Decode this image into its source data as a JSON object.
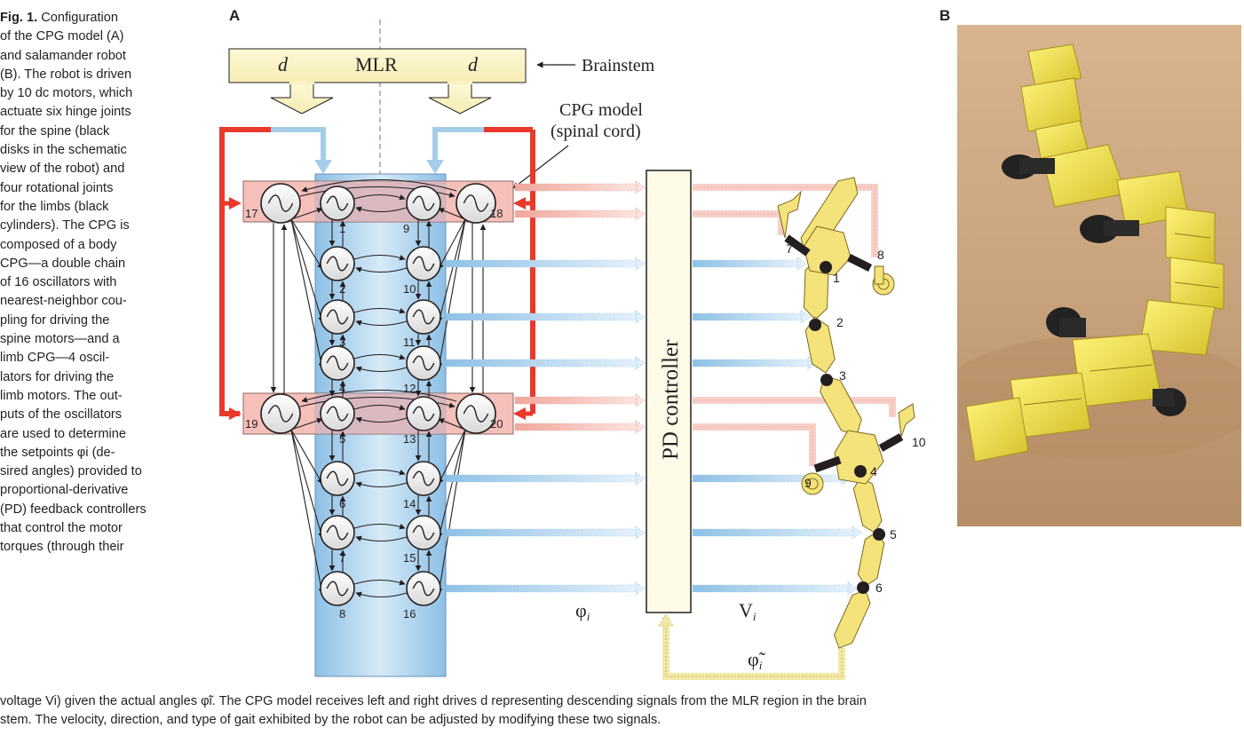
{
  "caption": {
    "fig_label": "Fig. 1.",
    "lines": [
      " Configuration",
      "of the CPG model (A)",
      "and salamander robot",
      "(B). The robot is driven",
      "by 10 dc motors, which",
      "actuate six hinge joints",
      "for the spine (black",
      "disks in the schematic",
      "view of the robot) and",
      "four rotational joints",
      "for the limbs (black",
      "cylinders). The CPG is",
      "composed of a body",
      "CPG—a double chain",
      "of 16 oscillators with",
      "nearest-neighbor cou-",
      "pling for driving the",
      "spine motors—and a",
      "limb CPG—4 oscil-",
      "lators for driving the",
      "limb motors. The out-",
      "puts of the oscillators",
      "are used to determine",
      "the setpoints φi (de-",
      "sired angles) provided to",
      "proportional-derivative",
      "(PD) feedback controllers",
      "that control the motor",
      "torques (through their"
    ],
    "bottom_lines": [
      "voltage Vi) given the actual angles φ̃i. The CPG model receives left and right drives d representing descending signals from the MLR region in the brain",
      "stem. The velocity, direction, and type of gait exhibited by the robot can be adjusted by modifying these two signals."
    ]
  },
  "panel_a": {
    "letter": "A",
    "mlr_label": "MLR",
    "drive_left": "d",
    "drive_right": "d",
    "brainstem_label": "Brainstem",
    "cpg_label_line1": "CPG model",
    "cpg_label_line2": "(spinal cord)",
    "pd_label": "PD controller",
    "phi_label": "φ",
    "phi_sub": "i",
    "v_label": "V",
    "v_sub": "i",
    "phitilde_label": "φ̃",
    "phitilde_sub": "i",
    "left_osc": [
      "1",
      "2",
      "3",
      "4",
      "5",
      "6",
      "7",
      "8"
    ],
    "right_osc": [
      "9",
      "10",
      "11",
      "12",
      "13",
      "14",
      "15",
      "16"
    ],
    "limb_osc": [
      "17",
      "18",
      "19",
      "20"
    ],
    "robot_joint_numbers": [
      "1",
      "2",
      "3",
      "4",
      "5",
      "6"
    ],
    "robot_limb_numbers": [
      "7",
      "8",
      "9",
      "10"
    ]
  },
  "panel_b": {
    "letter": "B"
  },
  "colors": {
    "red": "#e8392b",
    "light_blue": "#a6cde8",
    "blue_box": "#9ccbe9",
    "pink_box": "#f2b5ad",
    "yellow": "#f3e26b",
    "cream": "#fbf7d7"
  }
}
